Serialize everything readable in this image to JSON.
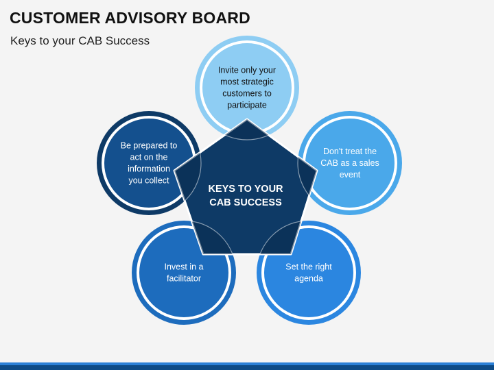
{
  "header": {
    "title": "CUSTOMER ADVISORY BOARD",
    "subtitle": "Keys to your CAB Success"
  },
  "center": {
    "lines": [
      "KEYS TO YOUR",
      "CAB SUCCESS"
    ],
    "color": "#0e3a66"
  },
  "items": [
    {
      "lines": [
        "Invite only your",
        "most strategic",
        "customers to",
        "participate"
      ],
      "fill": "#8ecdf3",
      "ring": "#8ecdf3",
      "text_color": "#111111"
    },
    {
      "lines": [
        "Don't treat the",
        "CAB as a sales",
        "event"
      ],
      "fill": "#4aa8ea",
      "ring": "#4aa8ea",
      "text_color": "#ffffff"
    },
    {
      "lines": [
        "Set the right",
        "agenda"
      ],
      "fill": "#2b86e0",
      "ring": "#2b86e0",
      "text_color": "#ffffff"
    },
    {
      "lines": [
        "Invest in a",
        "facilitator"
      ],
      "fill": "#1d6cbd",
      "ring": "#1d6cbd",
      "text_color": "#ffffff"
    },
    {
      "lines": [
        "Be prepared to",
        "act on the",
        "information",
        "you collect"
      ],
      "fill": "#14508e",
      "ring": "#0e3a66",
      "text_color": "#ffffff"
    }
  ],
  "footer": {
    "bar_light": "#2b7fd6",
    "bar_dark": "#0d4a86"
  }
}
